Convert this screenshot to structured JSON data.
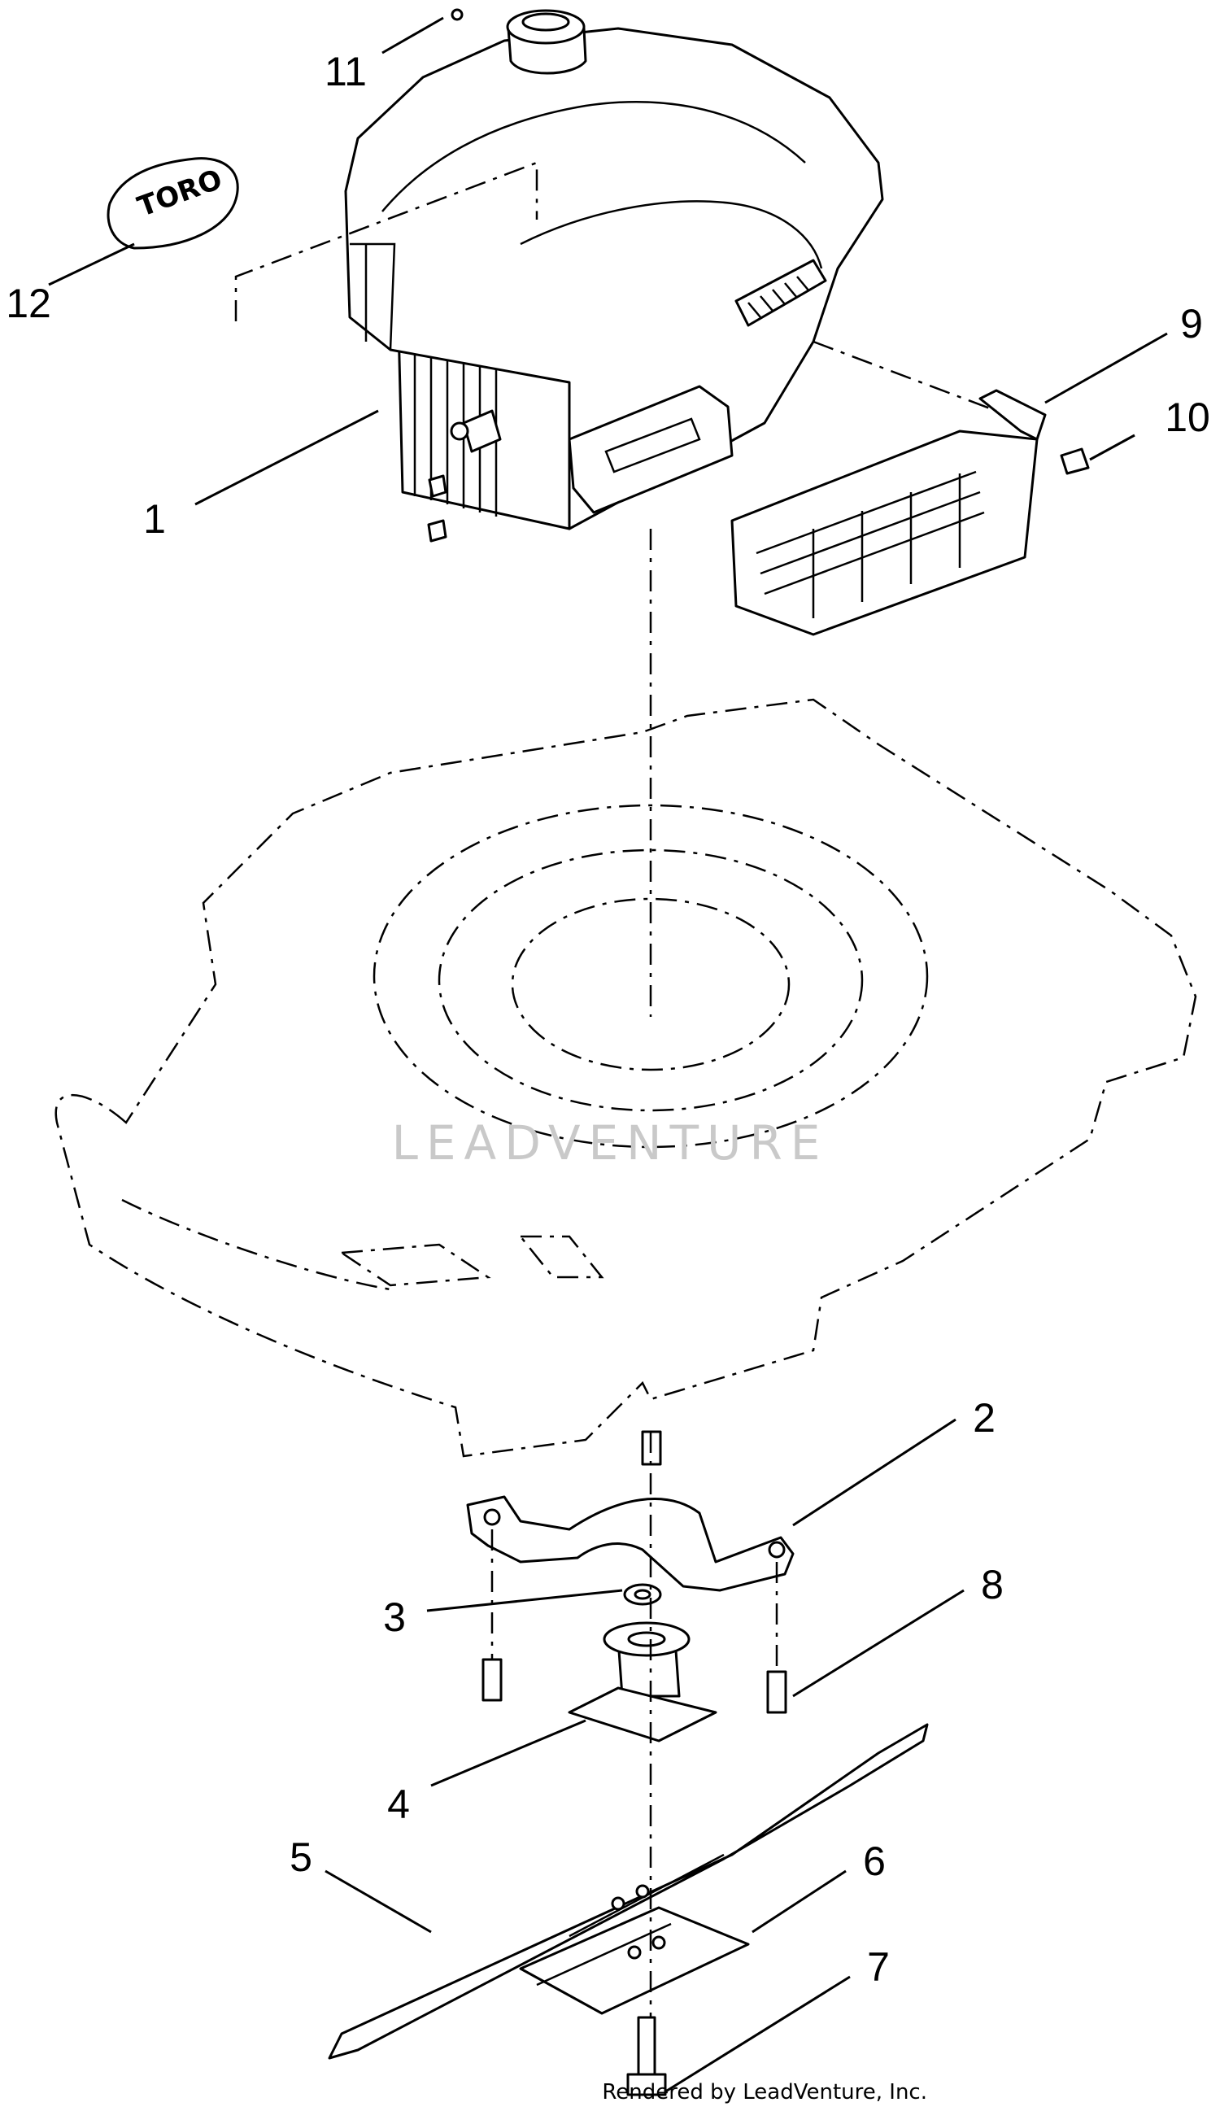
{
  "callouts": [
    {
      "id": "1",
      "label": "1"
    },
    {
      "id": "2",
      "label": "2"
    },
    {
      "id": "3",
      "label": "3"
    },
    {
      "id": "4",
      "label": "4"
    },
    {
      "id": "5",
      "label": "5"
    },
    {
      "id": "6",
      "label": "6"
    },
    {
      "id": "7",
      "label": "7"
    },
    {
      "id": "8",
      "label": "8"
    },
    {
      "id": "9",
      "label": "9"
    },
    {
      "id": "10",
      "label": "10"
    },
    {
      "id": "11",
      "label": "11"
    },
    {
      "id": "12",
      "label": "12"
    }
  ],
  "decal_text": "TORO",
  "watermark": "LEADVENTURE",
  "credit": "Rendered by LeadVenture, Inc."
}
